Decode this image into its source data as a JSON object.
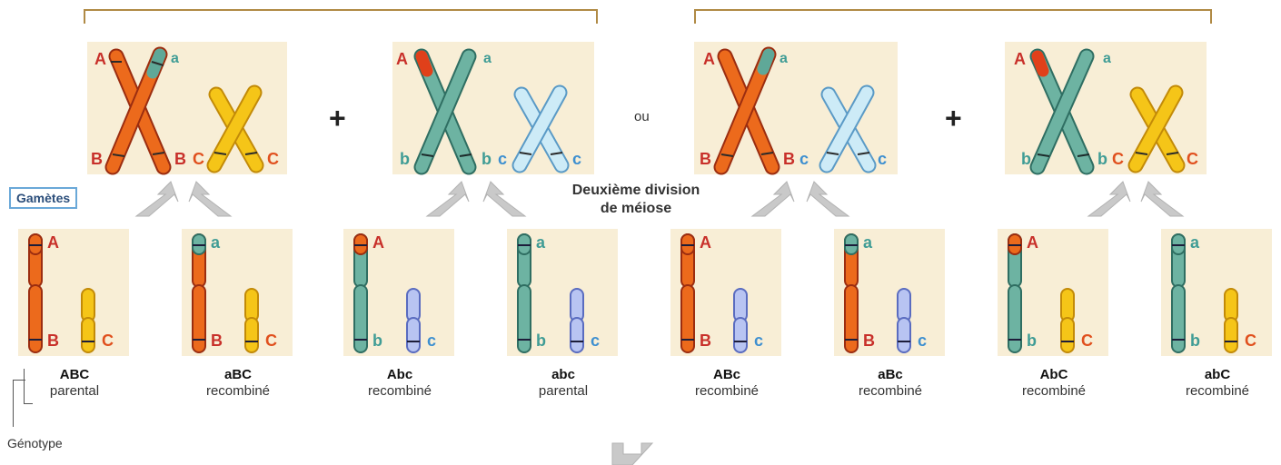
{
  "labels": {
    "gametes": "Gamètes",
    "division_line1": "Deuxième division",
    "division_line2": "de méiose",
    "ou": "ou",
    "plus": "+",
    "genotype": "Génotype"
  },
  "colors": {
    "red_orange": "#e85a1a",
    "teal": "#5fa898",
    "yellow": "#f3c21e",
    "light_blue": "#b9dff1",
    "bracket": "#b08a45"
  },
  "top": {
    "left_group": {
      "chrom1": {
        "top_left": "A",
        "top_right": "a",
        "bottom_left": "B",
        "bottom_right": "B"
      },
      "chrom2": {
        "bottom_left": "C",
        "bottom_right": "C"
      },
      "chrom3": {
        "top_left": "A",
        "top_right": "a",
        "bottom_left": "b",
        "bottom_right": "b"
      },
      "chrom4": {
        "bottom_left": "c",
        "bottom_right": "c"
      }
    },
    "right_group": {
      "chrom1": {
        "top_left": "A",
        "top_right": "a",
        "bottom_left": "B",
        "bottom_right": "B"
      },
      "chrom2": {
        "bottom_left": "c",
        "bottom_right": "c"
      },
      "chrom3": {
        "top_left": "A",
        "top_right": "a",
        "bottom_left": "b",
        "bottom_right": "b"
      },
      "chrom4": {
        "bottom_left": "C",
        "bottom_right": "C"
      }
    }
  },
  "gametes": [
    {
      "top": "A",
      "bottom": "B",
      "small": "C",
      "genotype": "ABC",
      "type": "parental"
    },
    {
      "top": "a",
      "bottom": "B",
      "small": "C",
      "genotype": "aBC",
      "type": "recombiné"
    },
    {
      "top": "A",
      "bottom": "b",
      "small": "c",
      "genotype": "Abc",
      "type": "recombiné"
    },
    {
      "top": "a",
      "bottom": "b",
      "small": "c",
      "genotype": "abc",
      "type": "parental"
    },
    {
      "top": "A",
      "bottom": "B",
      "small": "c",
      "genotype": "ABc",
      "type": "recombiné"
    },
    {
      "top": "a",
      "bottom": "B",
      "small": "c",
      "genotype": "aBc",
      "type": "recombiné"
    },
    {
      "top": "A",
      "bottom": "b",
      "small": "C",
      "genotype": "AbC",
      "type": "recombiné"
    },
    {
      "top": "a",
      "bottom": "b",
      "small": "C",
      "genotype": "abC",
      "type": "recombiné"
    }
  ]
}
